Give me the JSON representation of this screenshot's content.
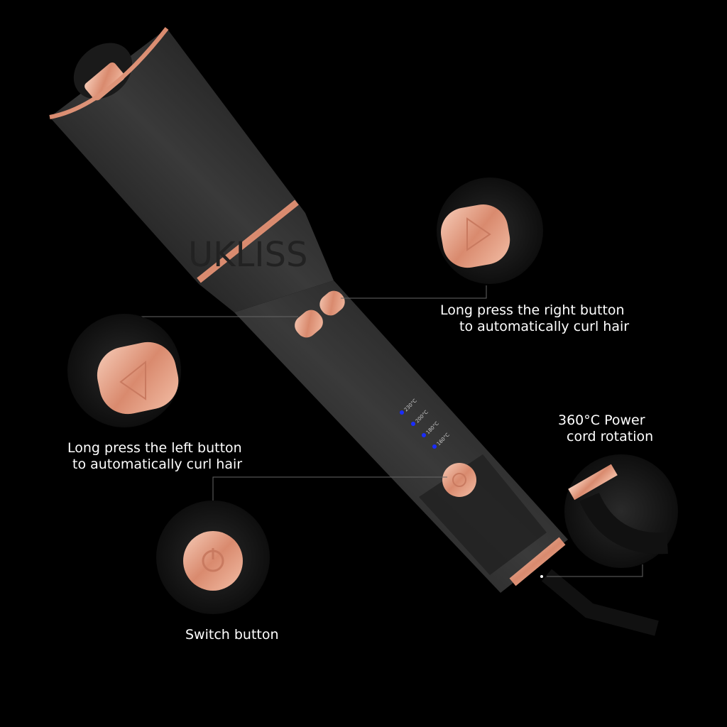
{
  "captions": {
    "right_button": [
      "Long press the right button",
      "to automatically curl hair"
    ],
    "left_button": [
      "Long press the left button",
      "to automatically curl hair"
    ],
    "power_cord": [
      "360°C Power",
      "cord rotation"
    ],
    "switch": "Switch button"
  },
  "temperatures": [
    "230°C",
    "200°C",
    "180°C",
    "160°C"
  ],
  "watermark": "UKLISS",
  "colors": {
    "background": "#000000",
    "body": "#1c1c1c",
    "rose_gold": "#e8a58c",
    "indicator": "#1a2cff"
  }
}
